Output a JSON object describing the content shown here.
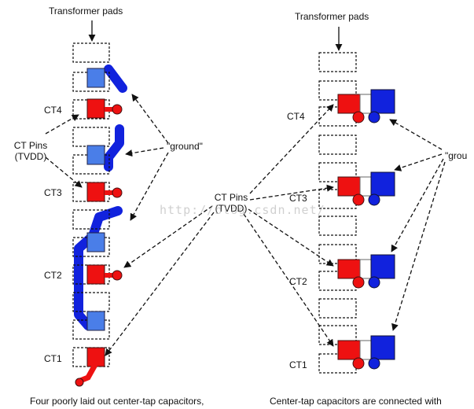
{
  "labels": {
    "left_title": "Transformer pads",
    "right_title": "Transformer pads",
    "ct4_left": "CT4",
    "ct3_left": "CT3",
    "ct2_left": "CT2",
    "ct1_left": "CT1",
    "ct_pins_left_line1": "CT Pins",
    "ct_pins_left_line2": "(TVDD)",
    "ground_left": "\"ground\"",
    "ct_pins_center_line1": "CT Pins",
    "ct_pins_center_line2": "(TVDD)",
    "ground_right": "\"grou",
    "ct4_right": "CT4",
    "ct3_right": "CT3",
    "ct2_right": "CT2",
    "ct1_right": "CT1",
    "caption_left": "Four poorly laid out center-tap capacitors,",
    "caption_right": "Center-tap capacitors are connected with",
    "watermark": "http://blog.csdn.net/"
  },
  "colors": {
    "red": "#ee1111",
    "blue": "#1122dd",
    "light_blue": "#4a7ee8",
    "arrow": "#111111"
  }
}
